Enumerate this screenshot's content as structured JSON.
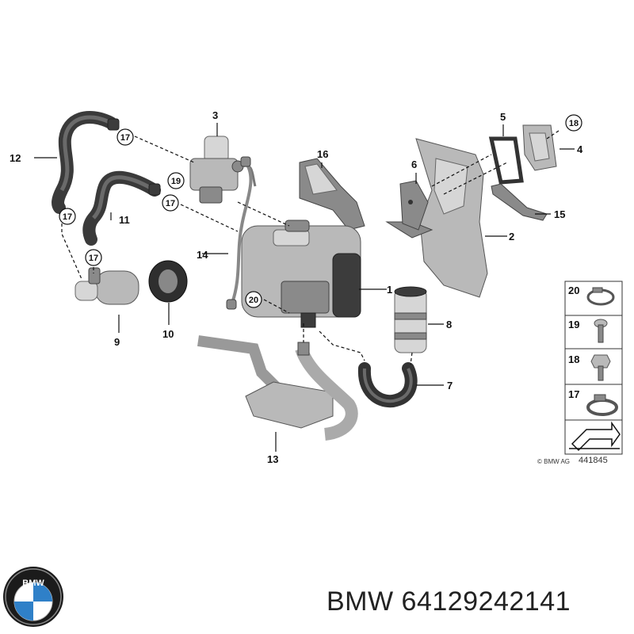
{
  "callouts": {
    "c1": "1",
    "c2": "2",
    "c3": "3",
    "c4": "4",
    "c5": "5",
    "c6": "6",
    "c7": "7",
    "c8": "8",
    "c9": "9",
    "c10": "10",
    "c11": "11",
    "c12": "12",
    "c13": "13",
    "c14": "14",
    "c15": "15",
    "c16": "16"
  },
  "circled": {
    "r17a": "17",
    "r17b": "17",
    "r17c": "17",
    "r17d": "17",
    "r18": "18",
    "r19": "19",
    "r20": "20"
  },
  "legend": {
    "items": [
      "20",
      "19",
      "18",
      "17"
    ]
  },
  "copyright": "© BMW AG",
  "diagram_number": "441845",
  "caption": "BMW 64129242141",
  "logo_text": "BMW"
}
